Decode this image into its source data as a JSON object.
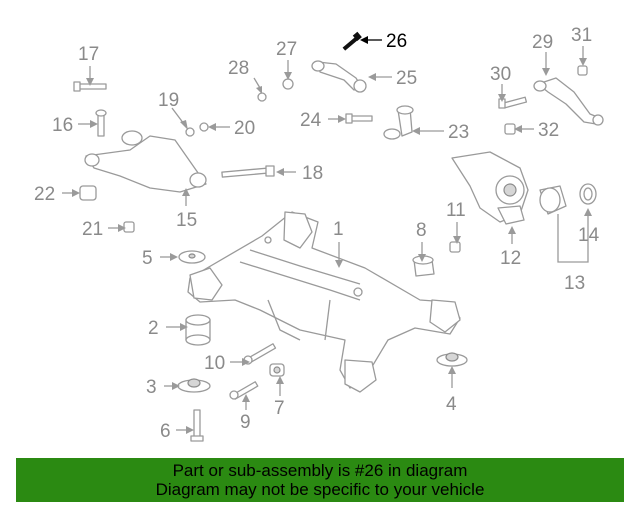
{
  "diagram": {
    "highlight_part": "26",
    "callouts": [
      "1",
      "2",
      "3",
      "4",
      "5",
      "6",
      "7",
      "8",
      "9",
      "10",
      "11",
      "12",
      "13",
      "14",
      "15",
      "16",
      "17",
      "18",
      "19",
      "20",
      "21",
      "22",
      "23",
      "24",
      "25",
      "26",
      "27",
      "28",
      "29",
      "30",
      "31",
      "32"
    ]
  },
  "colors": {
    "banner_bg": "#2b8a12",
    "line_gray": "#9a9a9a",
    "highlight": "#000000"
  },
  "banner": {
    "line1": "Part or sub-assembly is #26 in diagram",
    "line2": "Diagram may not be specific to your vehicle"
  }
}
